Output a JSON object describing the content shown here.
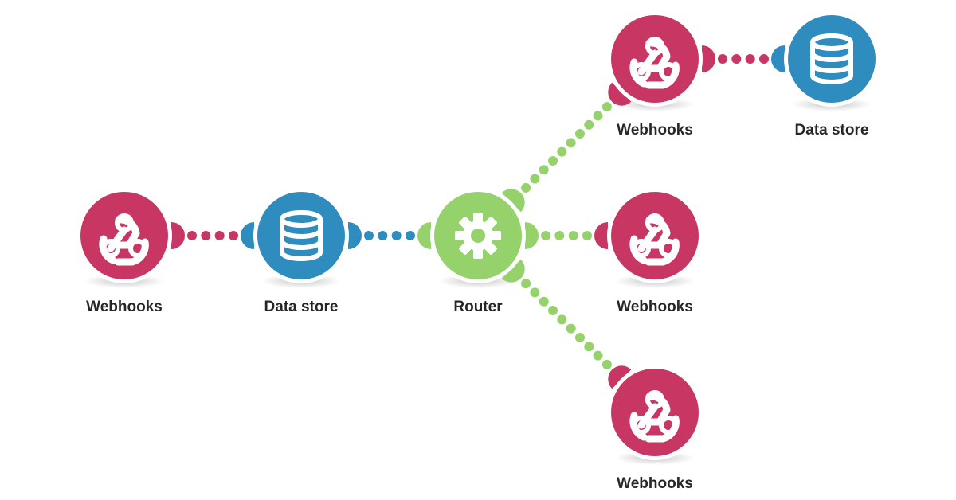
{
  "colors": {
    "webhooks": "#c83764",
    "datastore": "#2f8cbf",
    "router": "#95d26b",
    "label": "#262626"
  },
  "nodes": [
    {
      "id": "webhooks-1",
      "type": "webhooks",
      "icon": "webhook-icon",
      "label": "Webhooks"
    },
    {
      "id": "datastore-1",
      "type": "datastore",
      "icon": "database-icon",
      "label": "Data store"
    },
    {
      "id": "router",
      "type": "router",
      "icon": "gear-icon",
      "label": "Router"
    },
    {
      "id": "webhooks-top",
      "type": "webhooks",
      "icon": "webhook-icon",
      "label": "Webhooks"
    },
    {
      "id": "datastore-top",
      "type": "datastore",
      "icon": "database-icon",
      "label": "Data store"
    },
    {
      "id": "webhooks-mid",
      "type": "webhooks",
      "icon": "webhook-icon",
      "label": "Webhooks"
    },
    {
      "id": "webhooks-bottom",
      "type": "webhooks",
      "icon": "webhook-icon",
      "label": "Webhooks"
    }
  ],
  "connections": [
    {
      "from": "webhooks-1",
      "to": "datastore-1"
    },
    {
      "from": "datastore-1",
      "to": "router"
    },
    {
      "from": "router",
      "to": "webhooks-top"
    },
    {
      "from": "webhooks-top",
      "to": "datastore-top"
    },
    {
      "from": "router",
      "to": "webhooks-mid"
    },
    {
      "from": "router",
      "to": "webhooks-bottom"
    }
  ]
}
